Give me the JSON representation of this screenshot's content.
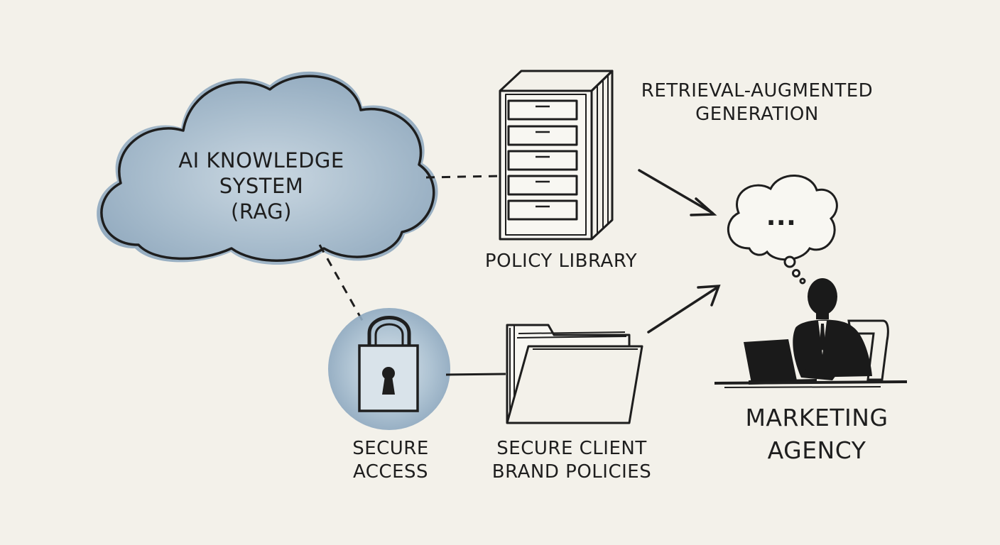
{
  "diagram": {
    "cloud": {
      "line1": "AI KNOWLEDGE",
      "line2": "SYSTEM",
      "line3": "(RAG)"
    },
    "policy_library": {
      "label": "POLICY LIBRARY"
    },
    "rag_caption": {
      "line1": "RETRIEVAL-AUGMENTED",
      "line2": "GENERATION"
    },
    "secure_access": {
      "line1": "SECURE",
      "line2": "ACCESS"
    },
    "brand_policies": {
      "line1": "SECURE CLIENT",
      "line2": "BRAND POLICIES"
    },
    "agency": {
      "line1": "MARKETING",
      "line2": "AGENCY"
    },
    "thought": {
      "text": "..."
    }
  },
  "colors": {
    "ink": "#1e1e1e",
    "watercolor_blue": "#7f9cb6",
    "paper": "#f3f1ea"
  }
}
